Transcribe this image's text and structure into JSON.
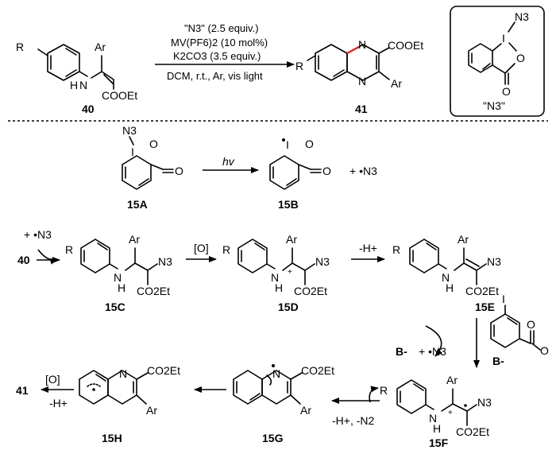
{
  "labels": {
    "c40": "40",
    "c41": "41",
    "c15A": "15A",
    "c15B": "15B",
    "c15C": "15C",
    "c15D": "15D",
    "c15E": "15E",
    "c15F": "15F",
    "c15G": "15G",
    "c15H": "15H",
    "c40_step2": "40",
    "c41_final": "41"
  },
  "conditions": {
    "reagent": "\"N3\" (2.5 equiv.)",
    "catalyst": "MV(PF6)2 (10 mol%)",
    "base": "K2CO3 (3.5 equiv.)",
    "solvent": "DCM, r.t., Ar, vis light"
  },
  "box_label": "\"N3\"",
  "step_labels": {
    "hv": "hv",
    "oxidation1": "[O]",
    "deprotonation1": "-H+",
    "b_minus": "B-",
    "n3_radical": "+ •N3",
    "base_label": "B-",
    "fragmentation": "-H+, -N2",
    "oxidation2": "[O]",
    "deprotonation2": "-H+"
  },
  "groups": {
    "R": "R",
    "Ar": "Ar",
    "H": "H",
    "N": "N",
    "I": "I",
    "O": "O",
    "N3": "N3",
    "COOEt": "COOEt",
    "CO2Et": "CO2Et"
  }
}
